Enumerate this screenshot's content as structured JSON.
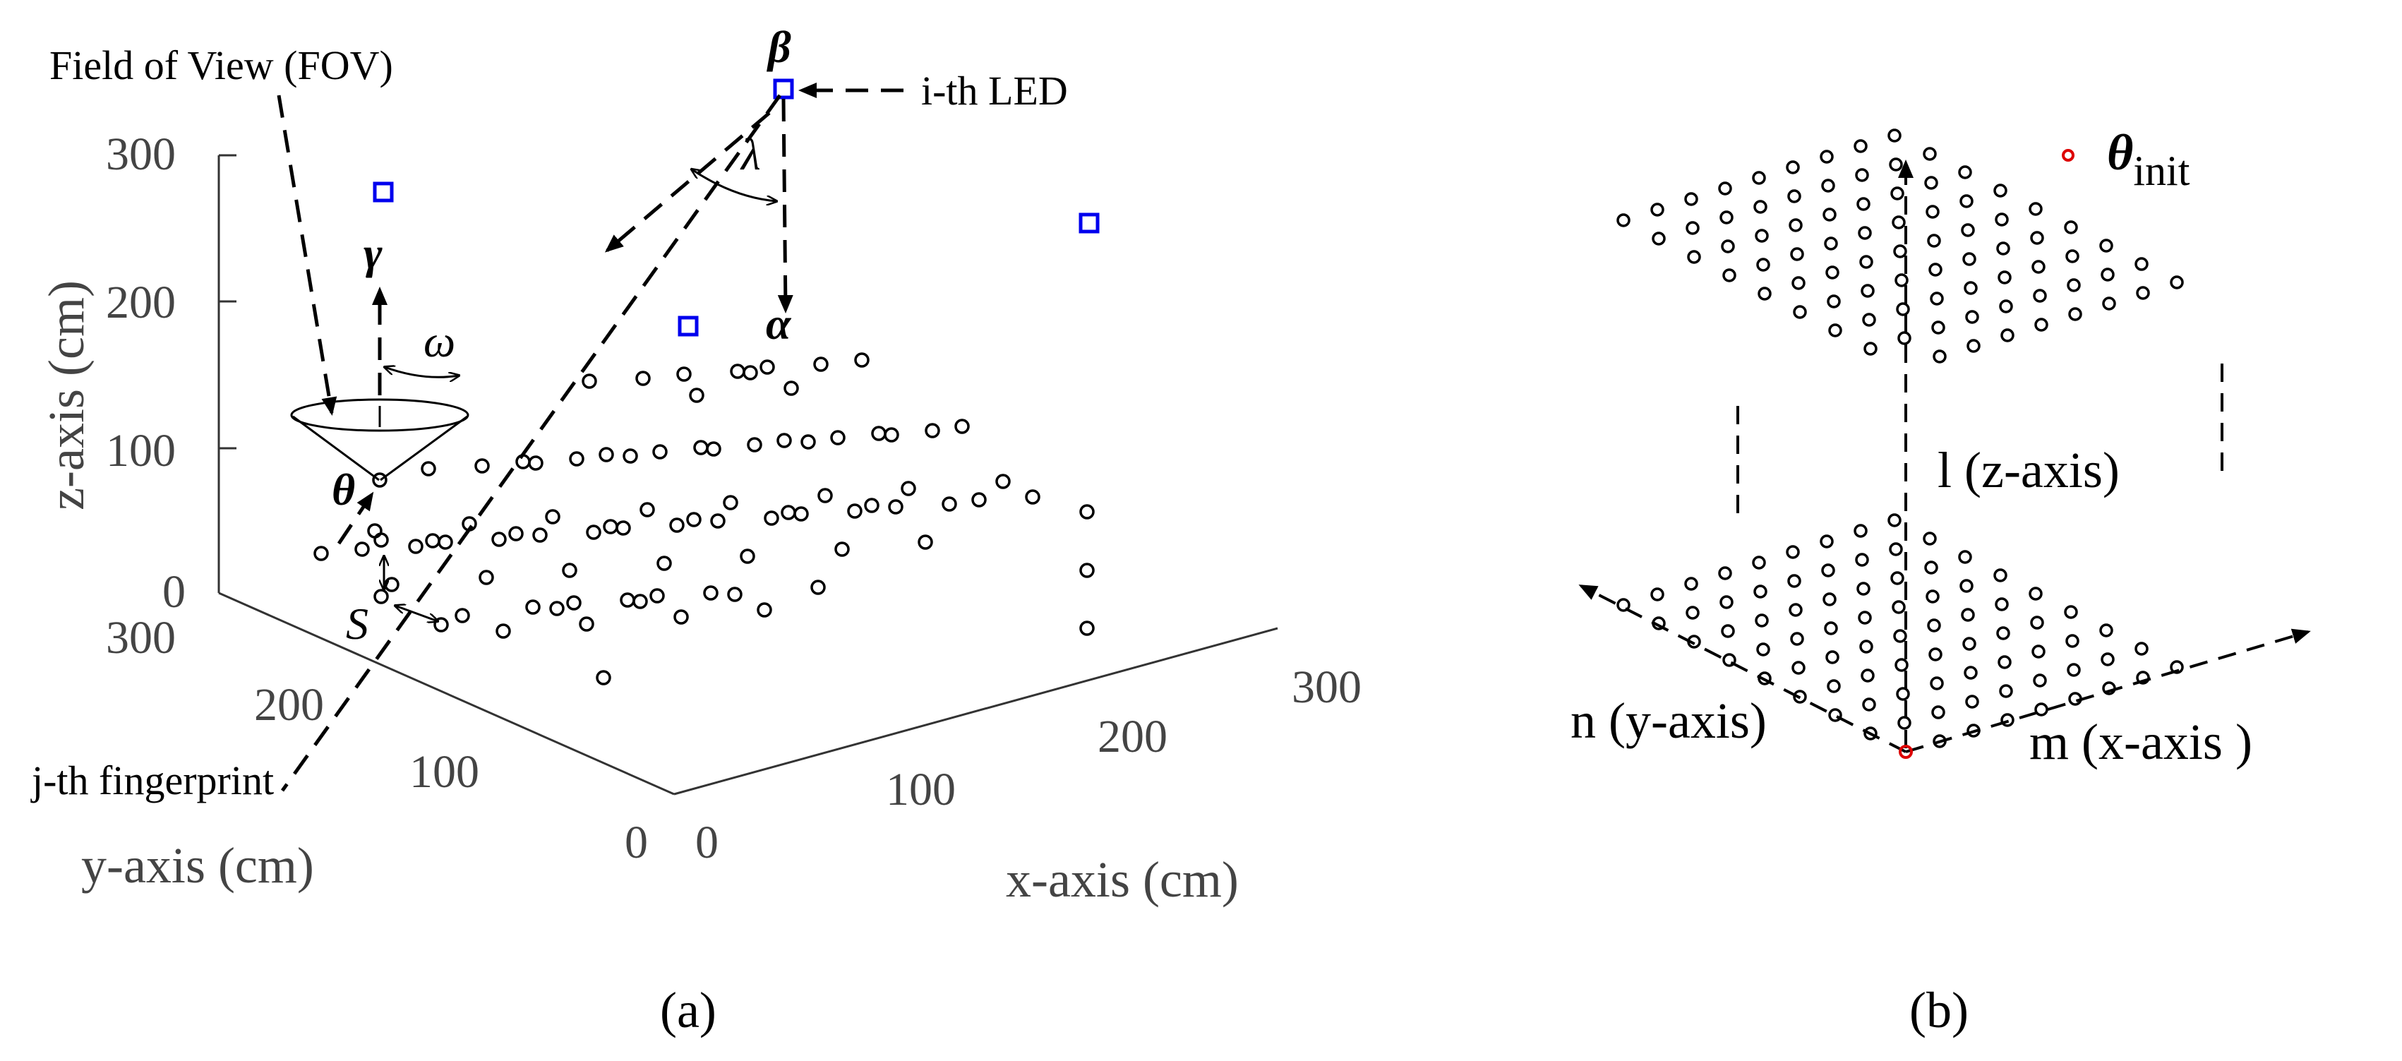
{
  "panel_a": {
    "caption": "(a)",
    "z_ticks": [
      "300",
      "200",
      "100",
      "0"
    ],
    "y_ticks": [
      "300",
      "200",
      "100",
      "0"
    ],
    "x_ticks": [
      "0",
      "100",
      "200",
      "300"
    ],
    "z_label": "z-axis (cm)",
    "y_label": "y-axis (cm)",
    "x_label": "x-axis (cm)",
    "fov_label": "Field of View (FOV)",
    "led_label": "i-th LED",
    "fingerprint_label": "j-th fingerprint",
    "symbols": {
      "beta": "β",
      "alpha": "α",
      "gamma": "γ",
      "theta": "θ",
      "lambda": "λ",
      "omega": "ω",
      "S": "S"
    }
  },
  "panel_b": {
    "caption": "(b)",
    "theta_init": "θ",
    "theta_init_sub": "init",
    "z_label": "l (z-axis)",
    "y_label": "n (y-axis)",
    "x_label": "m (x-axis )"
  },
  "colors": {
    "led": "#0000ee",
    "init_point": "#dd0000",
    "points": "#000000"
  }
}
